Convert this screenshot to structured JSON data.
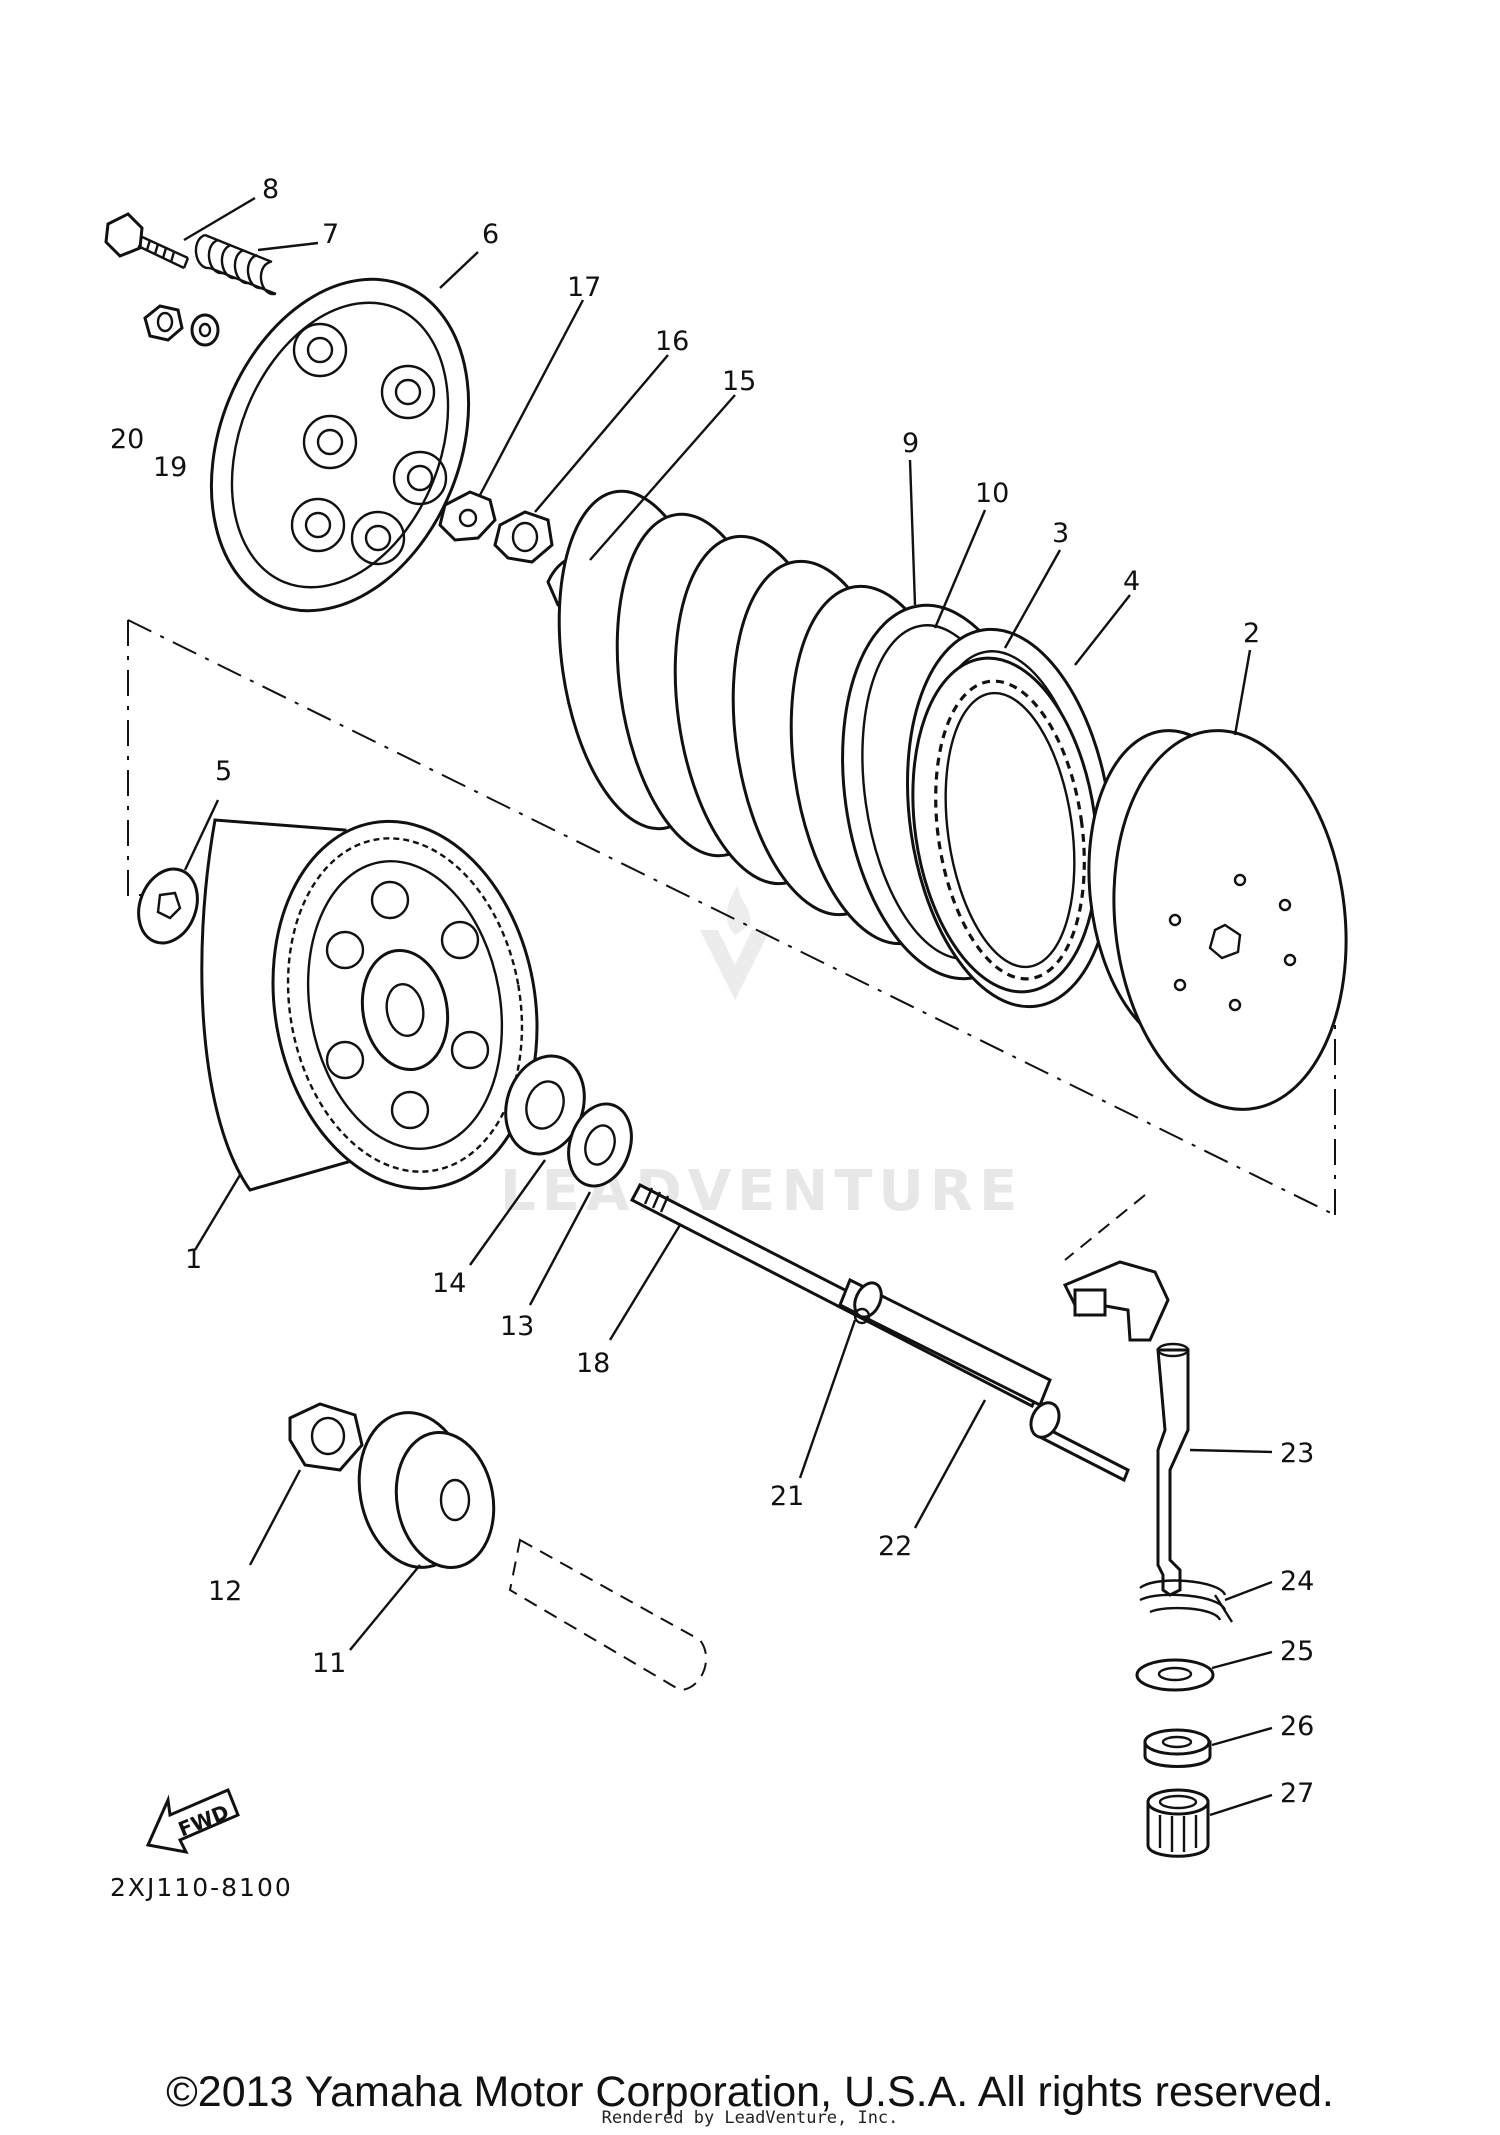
{
  "diagram": {
    "code": "2XJ110-8100",
    "fwd_label": "FWD",
    "watermark": "LEADVENTURE",
    "callouts": [
      "1",
      "2",
      "3",
      "4",
      "5",
      "6",
      "7",
      "8",
      "9",
      "10",
      "11",
      "12",
      "13",
      "14",
      "15",
      "16",
      "17",
      "18",
      "19",
      "20",
      "21",
      "22",
      "23",
      "24",
      "25",
      "26",
      "27"
    ]
  },
  "footer": {
    "copyright": "©2013 Yamaha Motor Corporation, U.S.A. All rights reserved.",
    "rendered_by": "Rendered by LeadVenture, Inc."
  },
  "colors": {
    "ink": "#111111",
    "watermark": "#e7e7e7",
    "background": "#ffffff"
  }
}
